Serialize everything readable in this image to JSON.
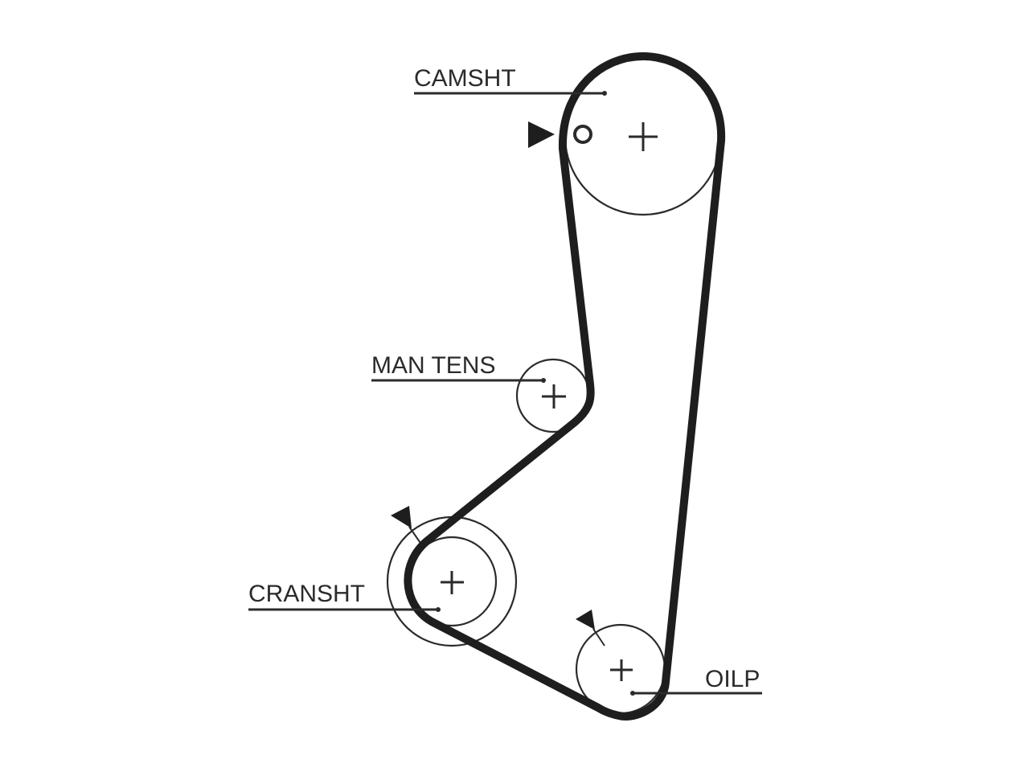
{
  "labels": {
    "camshaft": "CAMSHT",
    "manual_tensioner": "MAN TENS",
    "crankshaft": "CRANSHT",
    "oil_pump": "OILP"
  },
  "colors": {
    "line": "#2b2b2b",
    "belt": "#1e1e1e",
    "background": "#ffffff"
  }
}
